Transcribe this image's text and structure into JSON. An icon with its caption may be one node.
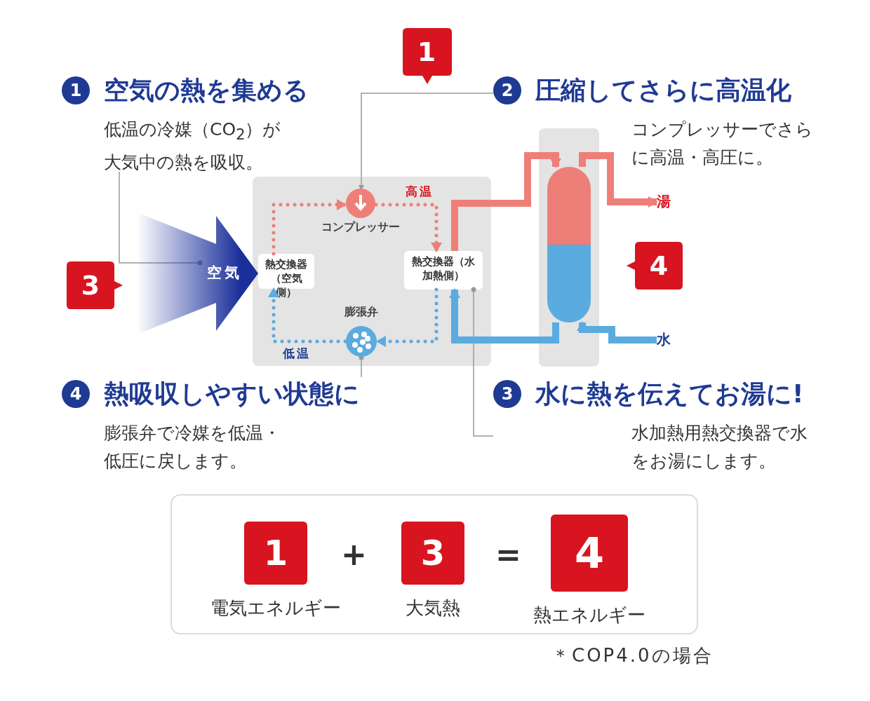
{
  "diagram": {
    "nodes": [
      {
        "text": [
          "1"
        ]
      },
      {
        "text": [
          "1",
          "空気の熱を集める",
          "低温の冷媒（CO$_{2}$）が大気中の熱を吸収。"
        ]
      },
      {
        "text": [
          "2",
          "圧縮してさらに高温化",
          "コンプレッサーでさらに高温・高圧に。"
        ]
      },
      {
        "text": [],
        "shape": "box"
      },
      {
        "text": [
          "コンプレッサー"
        ],
        "in": 3
      },
      {
        "text": [
          "熱交換器（空気側）"
        ],
        "in": 3
      },
      {
        "text": [
          "熱交換器（水加熱側）"
        ],
        "in": 3
      },
      {
        "text": [
          "膨張弁"
        ],
        "in": 3
      },
      {
        "text": [],
        "shape": "box"
      },
      {
        "text": [],
        "shape": "cylinder",
        "in": 8
      },
      {
        "text": [
          "湯"
        ]
      },
      {
        "text": [
          "4"
        ]
      },
      {
        "text": [
          "3"
        ]
      },
      {
        "text": [
          "水"
        ]
      },
      {
        "text": [
          "4",
          "熱吸収しやすい状態に",
          "膨張弁で冷媒を低温・低圧に戻します。"
        ]
      },
      {
        "text": [
          "3",
          "水に熱を伝えてお湯に!",
          "水加熱用熱交換器で水をお湯にします。"
        ]
      },
      {
        "text": [],
        "shape": "box"
      },
      {
        "text": [
          "1",
          "電気エネルギー"
        ],
        "in": 16
      },
      {
        "text": [
          "3",
          "大気熱"
        ],
        "in": 16
      },
      {
        "text": [
          "4",
          "熱エネルギー"
        ],
        "in": 16
      }
    ],
    "edges": [
      {
        "from": 2,
        "to": 4,
        "arrow": "to"
      },
      {
        "from": 1,
        "to": null,
        "arrow": "other"
      },
      {
        "from": 15,
        "to": 6,
        "arrow": "other"
      },
      {
        "from": 14,
        "to": 7,
        "arrow": "other"
      },
      {
        "from": 4,
        "to": 6,
        "arrow": "to",
        "style": "dashed",
        "color": "#ee7f78"
      },
      {
        "from": 6,
        "to": 7,
        "arrow": "to",
        "style": "dashed",
        "color": "#5aabe0"
      },
      {
        "from": 7,
        "to": 5,
        "arrow": "to",
        "style": "dashed",
        "color": "#5aabe0"
      },
      {
        "from": 5,
        "to": 4,
        "arrow": "to",
        "style": "dashed",
        "color": "#ee7f78"
      },
      {
        "from": 6,
        "to": 9,
        "arrow": "to",
        "style": "thick",
        "color": "#ee7f78"
      },
      {
        "from": 9,
        "to": 10,
        "arrow": "to",
        "style": "thick",
        "color": "#ee7f78"
      },
      {
        "from": 13,
        "to": 9,
        "arrow": "to",
        "style": "thick",
        "color": "#5aabe0"
      },
      {
        "from": 9,
        "to": 6,
        "arrow": "to",
        "style": "thick",
        "color": "#5aabe0"
      },
      {
        "from": null,
        "to": 5,
        "arrow": "to",
        "label": "空気",
        "style": "thick",
        "color": "#1a2f9a"
      }
    ],
    "labels": [
      "高温",
      "低温",
      "+",
      "=",
      "＊COP4.0の場合"
    ]
  }
}
